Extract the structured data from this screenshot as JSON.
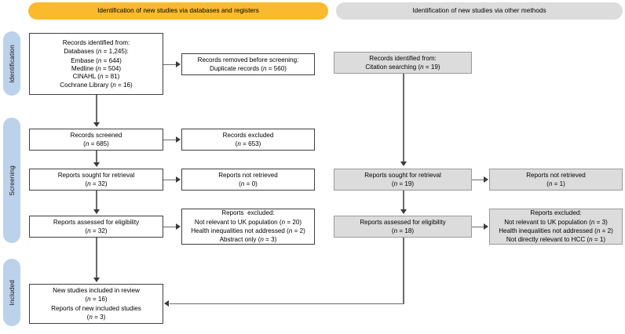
{
  "diagram": {
    "type": "prisma-flow-diagram",
    "banners": {
      "databases": "Identification of new studies via databases and registers",
      "other_methods": "Identification of new studies via other methods"
    },
    "stages": [
      {
        "key": "identification",
        "label": "Identification"
      },
      {
        "key": "screening",
        "label": "Screening"
      },
      {
        "key": "included",
        "label": "Included"
      }
    ],
    "colors": {
      "banner_databases": "#f9bb2d",
      "banner_other": "#dcdcdc",
      "stage_pill": "#bcd1ea",
      "box_fill_white": "#ffffff",
      "box_fill_gray": "#dcdcdc",
      "box_border": "#3f3f3f",
      "connector": "#6b6b6b"
    },
    "left_column": {
      "records_identified": {
        "lines": [
          "Records identified from:",
          "Databases (n = 1,245):",
          "Embase (n = 644)",
          "Medline (n = 504)",
          "CINAHL (n = 81)",
          "Cochrane Library (n = 16)"
        ]
      },
      "records_removed": {
        "lines": [
          "Records removed before screening:",
          "Duplicate records (n = 560)"
        ]
      },
      "records_screened": {
        "lines": [
          "Records screened",
          "(n = 685)"
        ]
      },
      "records_excluded": {
        "lines": [
          "Records excluded",
          "(n = 653)"
        ]
      },
      "reports_sought": {
        "lines": [
          "Reports sought for retrieval",
          "(n = 32)"
        ]
      },
      "reports_not_retrieved": {
        "lines": [
          "Reports not retrieved",
          "(n = 0)"
        ]
      },
      "reports_assessed": {
        "lines": [
          "Reports assessed for eligibility",
          "(n = 32)"
        ]
      },
      "reports_excluded": {
        "lines": [
          "Reports  excluded:",
          "Not relevant to UK population (n = 20)",
          "Health inequalities not addressed (n = 2)",
          "Abstract only (n = 3)"
        ]
      }
    },
    "right_column": {
      "records_identified": {
        "lines": [
          "Records identified from:",
          "Citation searching (n = 19)"
        ]
      },
      "reports_sought": {
        "lines": [
          "Reports sought for retrieval",
          "(n = 19)"
        ]
      },
      "reports_not_retrieved": {
        "lines": [
          "Reports not retrieved",
          "(n = 1)"
        ]
      },
      "reports_assessed": {
        "lines": [
          "Reports assessed for eligibility",
          "(n = 18)"
        ]
      },
      "reports_excluded": {
        "lines": [
          "Reports excluded:",
          "Not relevant to UK population (n = 3)",
          "Health inequalities not addressed (n = 2)",
          "Not directly relevant to HCC (n = 1)"
        ]
      }
    },
    "included_box": {
      "lines": [
        "New studies included in review",
        "(n = 16)",
        "Reports of new included studies",
        "(n = 3)"
      ]
    }
  }
}
